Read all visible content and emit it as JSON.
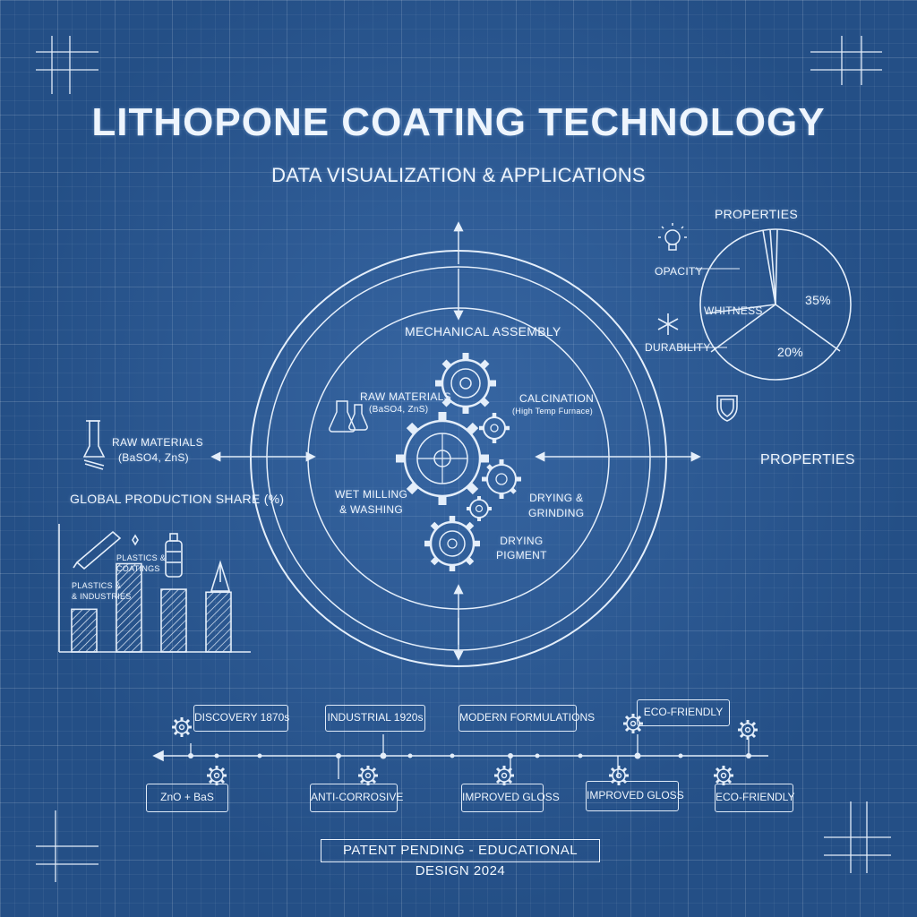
{
  "header": {
    "title": "LITHOPONE  COATING TECHNOLOGY",
    "subtitle": "DATA VISUALIZATION & APPLICATIONS"
  },
  "center": {
    "mechanical_assembly": "MECHANICAL ASSEMBLY",
    "raw_materials_title": "RAW MATERIALS",
    "raw_materials_sub": "(BaSO4, ZnS)",
    "calcination_title": "CALCINATION",
    "calcination_sub": "(High Temp Furnace)",
    "wet_milling": "WET MILLING\n& WASHING",
    "drying_grinding": "DRYING &\nGRINDING",
    "drying_pigment": "DRYING\nPIGMENT"
  },
  "left": {
    "raw_materials_title": "RAW MATERIALS",
    "raw_materials_sub": "(BaSO4, ZnS)",
    "global_share_title": "GLOBAL PRODUCTION SHARE (%)",
    "label_plastics_coatings": "PLASTICS &\nCOATINGS",
    "label_plastics_industries": "PLASTICS &\n& INDUSTRIES"
  },
  "right": {
    "properties_title": "PROPERTIES",
    "properties_side": "PROPERTIES",
    "opacity": "OPACITY",
    "whiteness": "WHITNESS",
    "durability": "DURABILITY",
    "pct_35": "35%",
    "pct_20": "20%"
  },
  "timeline": {
    "top_boxes": [
      "DISCOVERY 1870s",
      "INDUSTRIAL 1920s",
      "MODERN FORMULATIONS",
      "ECO-FRIENDLY"
    ],
    "bottom_boxes": [
      "ZnO + BaS",
      "ANTI-CORROSIVE",
      "IMPROVED GLOSS",
      "IMPROVED GLOSS",
      "ECO-FRIENDLY"
    ]
  },
  "footer": {
    "text": "PATENT PENDING - EDUCATIONAL DESIGN 2024"
  },
  "chart_data": {
    "type": "bar",
    "title": "GLOBAL PRODUCTION SHARE (%)",
    "categories": [
      "PLASTICS & INDUSTRIES",
      "PLASTICS & COATINGS",
      "",
      ""
    ],
    "values": [
      15,
      31,
      22,
      21
    ],
    "ylim": [
      0,
      45
    ]
  },
  "pie_chart": {
    "type": "pie",
    "title": "PROPERTIES",
    "slice_labels": [
      "35%",
      "20%"
    ]
  },
  "colors": {
    "background": "#244f86",
    "line": "#e4eefa",
    "text": "#eef5fd"
  }
}
